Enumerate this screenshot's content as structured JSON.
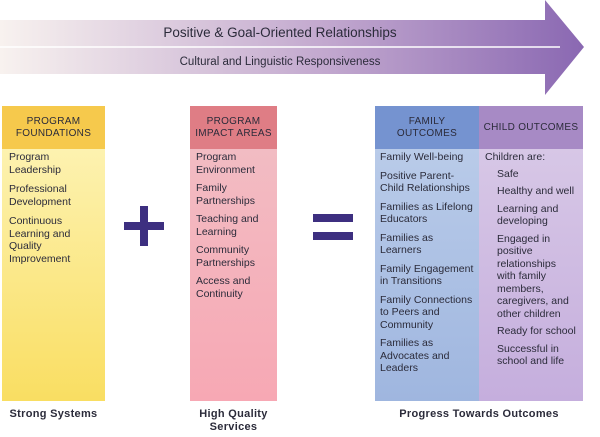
{
  "arrow": {
    "line1": "Positive & Goal-Oriented Relationships",
    "line2": "Cultural and Linguistic Responsiveness"
  },
  "program_foundations": {
    "header": "PROGRAM FOUNDATIONS",
    "items": [
      "Program Leadership",
      "Professional Development",
      "Continuous Learning and Quality Improvement"
    ]
  },
  "program_impact_areas": {
    "header": "PROGRAM IMPACT AREAS",
    "items": [
      "Program Environment",
      "Family Partnerships",
      "Teaching and Learning",
      "Community Partnerships",
      "Access and Continuity"
    ]
  },
  "family_outcomes": {
    "header": "FAMILY OUTCOMES",
    "items": [
      "Family Well-being",
      "Positive Parent-Child Relationships",
      "Families as Lifelong Educators",
      "Families as Learners",
      "Family Engagement in Transitions",
      "Family Connections to Peers and Community",
      "Families as Advocates and Leaders"
    ]
  },
  "child_outcomes": {
    "header": "CHILD OUTCOMES",
    "intro": "Children are:",
    "items": [
      "Safe",
      "Healthy and well",
      "Learning and developing",
      "Engaged in positive relationships with family members, caregivers, and other children",
      "Ready for school",
      "Successful in school and life"
    ]
  },
  "footers": {
    "strong_systems": "Strong Systems",
    "high_quality_services": "High Quality Services",
    "progress": "Progress Towards Outcomes"
  },
  "colors": {
    "arrow_start": "#f7f0ee",
    "arrow_end": "#8c6bb3",
    "foundations": "#f6c94c",
    "impact": "#df7d85",
    "family": "#7593d0",
    "child": "#a78ac5",
    "operator": "#3d2f80"
  },
  "icons": {
    "plus": "plus-icon",
    "equals": "equals-icon"
  }
}
